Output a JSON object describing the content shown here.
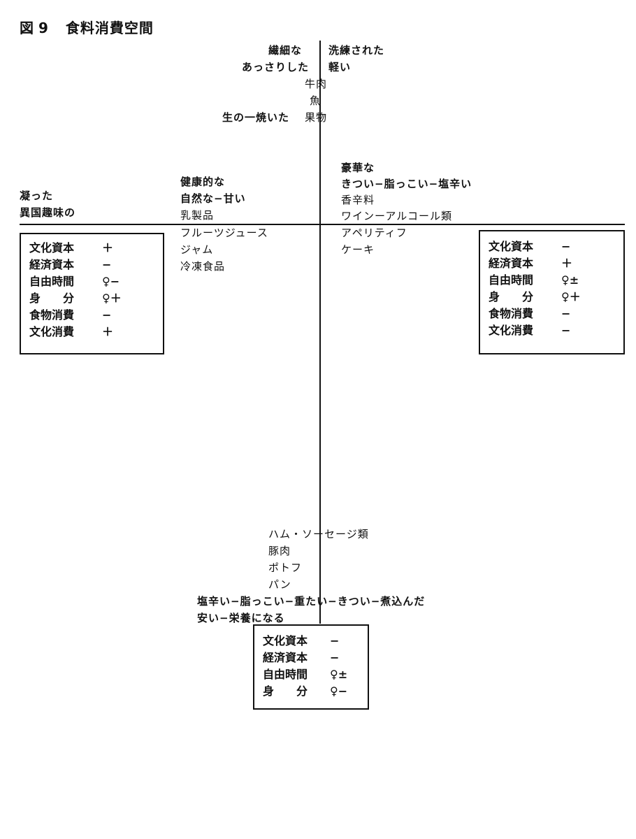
{
  "title": {
    "label": "図",
    "number": "9",
    "text": "食料消費空間"
  },
  "top": {
    "left_line1": "繊細な",
    "left_line2": "あっさりした",
    "right_line1": "洗練された",
    "right_line2": "軽い",
    "food1": "牛肉",
    "food2": "魚",
    "food3_left": "生の一焼いた",
    "food3_right": "果物"
  },
  "left_far": {
    "line1": "凝った",
    "line2": "異国趣味の"
  },
  "center_left": {
    "line1": "健康的な",
    "line2": "自然な−甘い",
    "item1": "乳製品",
    "item2": "フルーツジュース",
    "item3": "ジャム",
    "item4": "冷凍食品"
  },
  "center_right": {
    "line1": "豪華な",
    "line2": "きつい−脂っこい−塩辛い",
    "item1": "香辛料",
    "item2": "ワインーアルコール類",
    "item3": "アペリティフ",
    "item4": "ケーキ"
  },
  "bottom": {
    "item1": "ハム・ソーセージ類",
    "item2": "豚肉",
    "item3": "ポトフ",
    "item4": "パン",
    "line1": "塩辛い−脂っこい−重たい−きつい−煮込んだ",
    "line2": "安い−栄養になる"
  },
  "box_left": [
    {
      "label": "文化資本",
      "value": "＋"
    },
    {
      "label": "経済資本",
      "value": "−"
    },
    {
      "label": "自由時間",
      "value": "♀−"
    },
    {
      "label": "身　　分",
      "value": "♀＋"
    },
    {
      "label": "食物消費",
      "value": "−"
    },
    {
      "label": "文化消費",
      "value": "＋"
    }
  ],
  "box_right": [
    {
      "label": "文化資本",
      "value": "−"
    },
    {
      "label": "経済資本",
      "value": "＋"
    },
    {
      "label": "自由時間",
      "value": "♀±"
    },
    {
      "label": "身　　分",
      "value": "♀＋"
    },
    {
      "label": "食物消費",
      "value": "−"
    },
    {
      "label": "文化消費",
      "value": "−"
    }
  ],
  "box_bottom": [
    {
      "label": "文化資本",
      "value": "−"
    },
    {
      "label": "経済資本",
      "value": "−"
    },
    {
      "label": "自由時間",
      "value": "♀±"
    },
    {
      "label": "身　　分",
      "value": "♀−"
    }
  ]
}
